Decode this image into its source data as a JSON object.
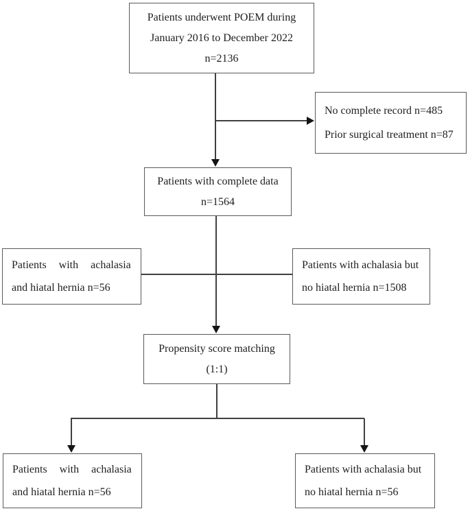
{
  "boxes": {
    "top": {
      "lines": [
        "Patients underwent POEM during",
        "January 2016 to December 2022",
        "n=2136"
      ]
    },
    "exclusion": {
      "lines": [
        "No complete record n=485",
        "Prior surgical treatment n=87"
      ]
    },
    "complete_data": {
      "lines": [
        "Patients with complete data",
        "n=1564"
      ]
    },
    "achalasia_hernia": {
      "lines": [
        "Patients with achalasia",
        "and hiatal hernia n=56"
      ]
    },
    "achalasia_no_hernia": {
      "lines": [
        "Patients with achalasia but",
        "no hiatal hernia n=1508"
      ]
    },
    "propensity": {
      "lines": [
        "Propensity score matching",
        "(1:1)"
      ]
    },
    "matched_hernia": {
      "lines": [
        "Patients with achalasia",
        "and hiatal hernia n=56"
      ]
    },
    "matched_no_hernia": {
      "lines": [
        "Patients with achalasia but",
        "no hiatal hernia n=56"
      ]
    }
  },
  "colors": {
    "box_border": "#595959",
    "connector_line": "#3f3f3f",
    "arrow": "#151515",
    "text": "#1e1e1e",
    "background": "#ffffff"
  }
}
